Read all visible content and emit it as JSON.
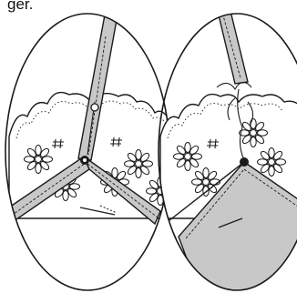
{
  "caption_fragment": "ger.",
  "colors": {
    "outline": "#1a1a1a",
    "strap_fill": "#c8c8c8",
    "cup_fill": "#c8c8c8",
    "background": "#ffffff"
  },
  "icons": [
    "hash-mark",
    "daisy-flower",
    "needle",
    "pin",
    "thread"
  ]
}
